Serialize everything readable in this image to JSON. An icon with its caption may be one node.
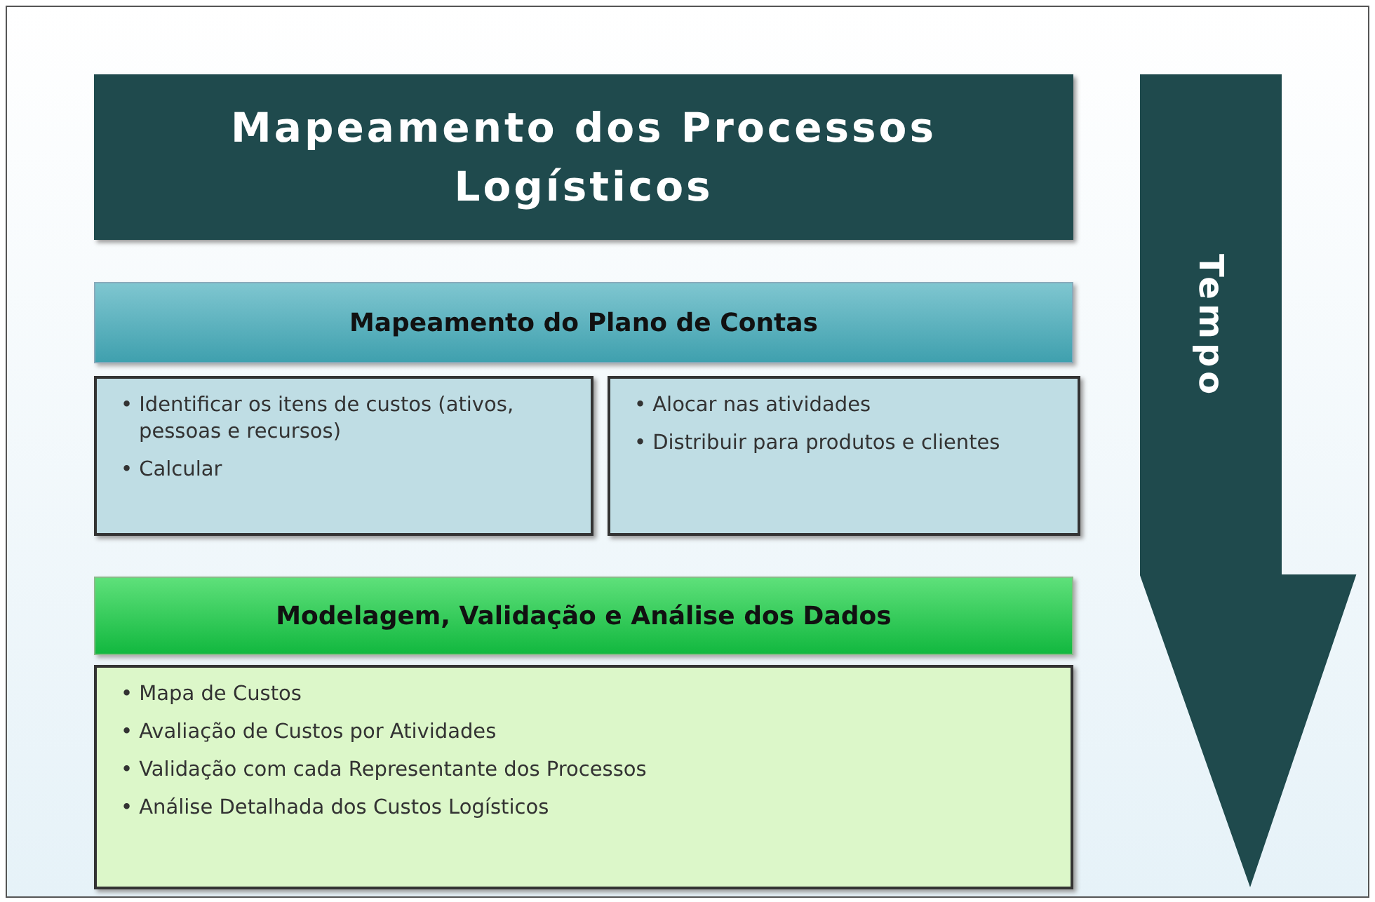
{
  "diagram": {
    "nodes": [
      {
        "text": [
          "Mapeamento dos Processos Logísticos"
        ]
      },
      {
        "text": [
          "Mapeamento do Plano de Contas"
        ]
      },
      {
        "text": [
          "• Identificar os itens de custos (ativos, pessoas e recursos)",
          "• Calcular"
        ]
      },
      {
        "text": [
          "• Alocar nas atividades",
          "• Distribuir para produtos e clientes"
        ]
      },
      {
        "text": [
          "Modelagem, Validação e Análise dos Dados"
        ]
      },
      {
        "text": [
          "• Mapa de Custos",
          "• Avaliação de Custos por Atividades",
          "• Validação com cada Representante dos Processos",
          "• Análise Detalhada dos Custos Logísticos"
        ]
      },
      {
        "text": [
          "Tempo"
        ]
      }
    ]
  }
}
